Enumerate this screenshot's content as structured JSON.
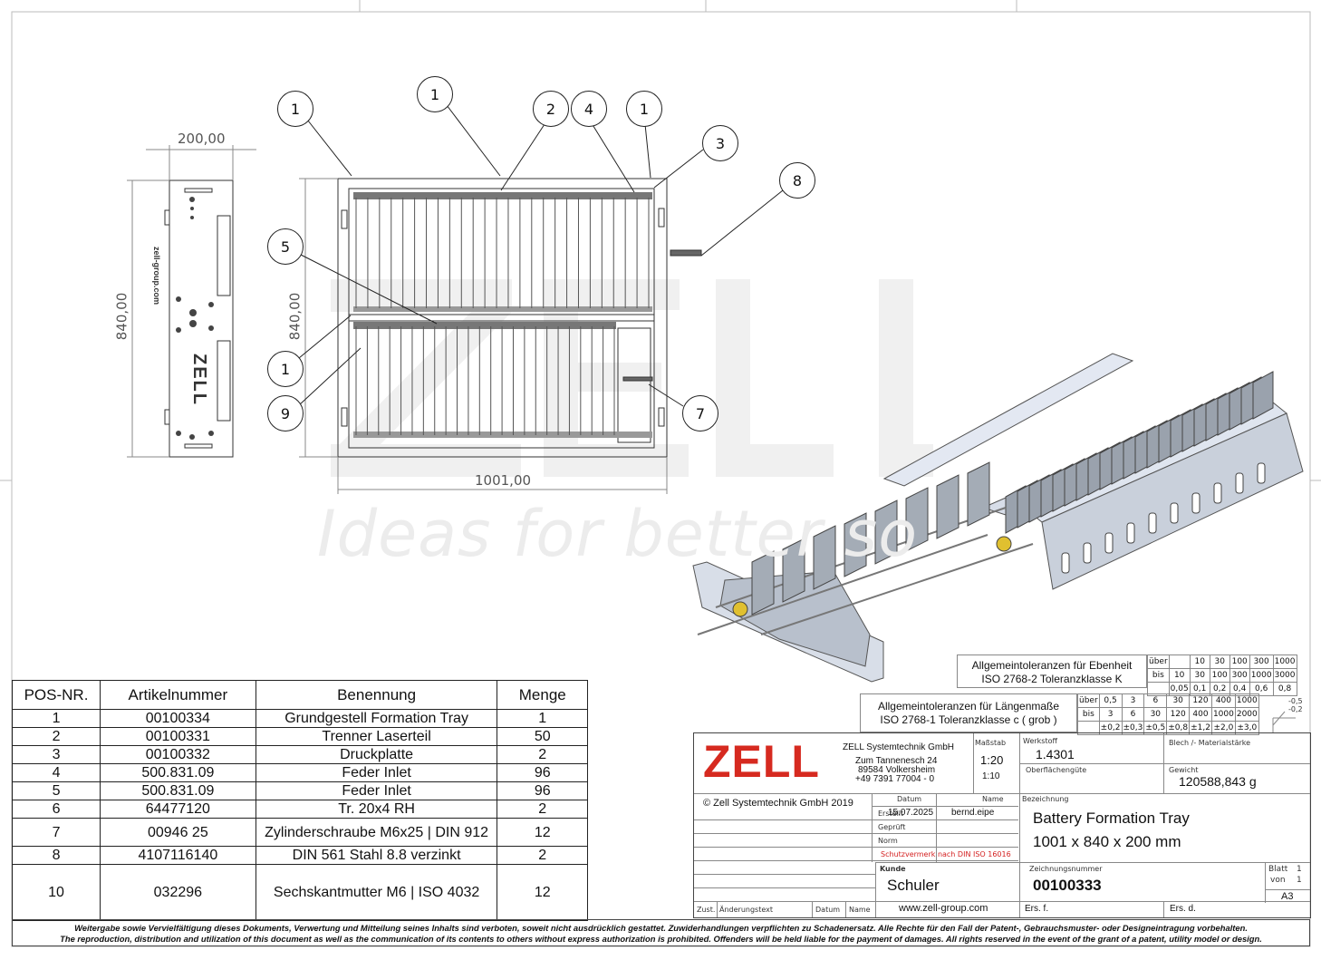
{
  "dimensions": {
    "side_width": "200,00",
    "side_height": "840,00",
    "front_height": "840,00",
    "front_width": "1001,00"
  },
  "balloons": [
    "1",
    "1",
    "2",
    "4",
    "1",
    "3",
    "8",
    "5",
    "1",
    "9",
    "7"
  ],
  "side_view_text": {
    "url": "zell-group.com",
    "logo": "ZELL"
  },
  "watermark": {
    "tagline": "Ideas for better so",
    "logo": "ZELL"
  },
  "bom": {
    "headers": [
      "POS-NR.",
      "Artikelnummer",
      "Benennung",
      "Menge"
    ],
    "rows": [
      [
        "1",
        "00100334",
        "Grundgestell Formation Tray",
        "1"
      ],
      [
        "2",
        "00100331",
        "Trenner Laserteil",
        "50"
      ],
      [
        "3",
        "00100332",
        "Druckplatte",
        "2"
      ],
      [
        "4",
        "500.831.09",
        "Feder Inlet",
        "96"
      ],
      [
        "5",
        "500.831.09",
        "Feder Inlet",
        "96"
      ],
      [
        "6",
        "64477120",
        "Tr. 20x4 RH",
        "2"
      ],
      [
        "7",
        "00946 25",
        "Zylinderschraube M6x25 | DIN 912",
        "12"
      ],
      [
        "8",
        "4107116140",
        "DIN 561 Stahl 8.8 verzinkt",
        "2"
      ],
      [
        "10",
        "032296",
        "Sechskantmutter M6 | ISO 4032",
        "12"
      ]
    ]
  },
  "tolerance_flat": {
    "title": "Allgemeintoleranzen für Ebenheit",
    "norm": "ISO 2768-2 Toleranzklasse K",
    "row_ueber": [
      "über",
      "",
      "10",
      "30",
      "100",
      "300",
      "1000"
    ],
    "row_bis": [
      "bis",
      "10",
      "30",
      "100",
      "300",
      "1000",
      "3000"
    ],
    "row_val": [
      "",
      "0,05",
      "0,1",
      "0,2",
      "0,4",
      "0,6",
      "0,8"
    ]
  },
  "tolerance_length": {
    "title": "Allgemeintoleranzen für Längenmaße",
    "norm": "ISO 2768-1 Toleranzklasse c ( grob )",
    "row_ueber": [
      "über",
      "0,5",
      "3",
      "6",
      "30",
      "120",
      "400",
      "1000"
    ],
    "row_bis": [
      "bis",
      "3",
      "6",
      "30",
      "120",
      "400",
      "1000",
      "2000"
    ],
    "row_val": [
      "",
      "±0,2",
      "±0,3",
      "±0,5",
      "±0,8",
      "±1,2",
      "±2,0",
      "±3,0"
    ],
    "angle_top": "-0,5",
    "angle_bottom": "-0,2"
  },
  "title_block": {
    "logo": "ZELL",
    "company": "ZELL Systemtechnik GmbH",
    "street": "Zum Tannenesch 24",
    "city": "89584 Volkersheim",
    "phone": "+49 7391 77004 - 0",
    "copyright": "© Zell Systemtechnik GmbH 2019",
    "massstab_label": "Maßstab",
    "massstab": "1:20",
    "massstab2": "1:10",
    "werkstoff_label": "Werkstoff",
    "werkstoff": "1.4301",
    "blech_label": "Blech /- Materialstärke",
    "oberflaeche_label": "Oberflächengüte",
    "gewicht_label": "Gewicht",
    "gewicht": "120588,843 g",
    "datum_label": "Datum",
    "name_label": "Name",
    "erstellt_label": "Erstellt",
    "erstellt_datum": "15.07.2025",
    "erstellt_name": "bernd.eipe",
    "geprueft_label": "Geprüft",
    "norm_label": "Norm",
    "schutz": "Schutzvermerk nach DIN ISO 16016",
    "bezeichnung_label": "Bezeichnung",
    "bezeichnung1": "Battery Formation Tray",
    "bezeichnung2": "1001 x 840 x 200 mm",
    "kunde_label": "Kunde",
    "kunde": "Schuler",
    "zeichnungsnummer_label": "Zeichnungsnummer",
    "zeichnungsnummer": "00100333",
    "blatt_label": "Blatt",
    "blatt": "1",
    "von_label": "von",
    "von": "1",
    "format": "A3",
    "zust_label": "Zust.",
    "aenderung_label": "Änderungstext",
    "datum2_label": "Datum",
    "name2_label": "Name",
    "website": "www.zell-group.com",
    "ersf": "Ers. f.",
    "ersd": "Ers. d."
  },
  "footer": {
    "de": "Weitergabe sowie Vervielfältigung dieses Dokuments, Verwertung und Mitteilung seines Inhalts sind verboten, soweit nicht ausdrücklich gestattet. Zuwiderhandlungen verpflichten zu Schadenersatz. Alle Rechte für den Fall der Patent-, Gebrauchsmuster- oder Designeintragung vorbehalten.",
    "en": "The reproduction, distribution and utilization of this document as well as the communication of its contents to others without express authorization is prohibited. Offenders will be held liable for the payment of damages. All rights reserved in the event of the grant of a patent, utility model or design."
  }
}
